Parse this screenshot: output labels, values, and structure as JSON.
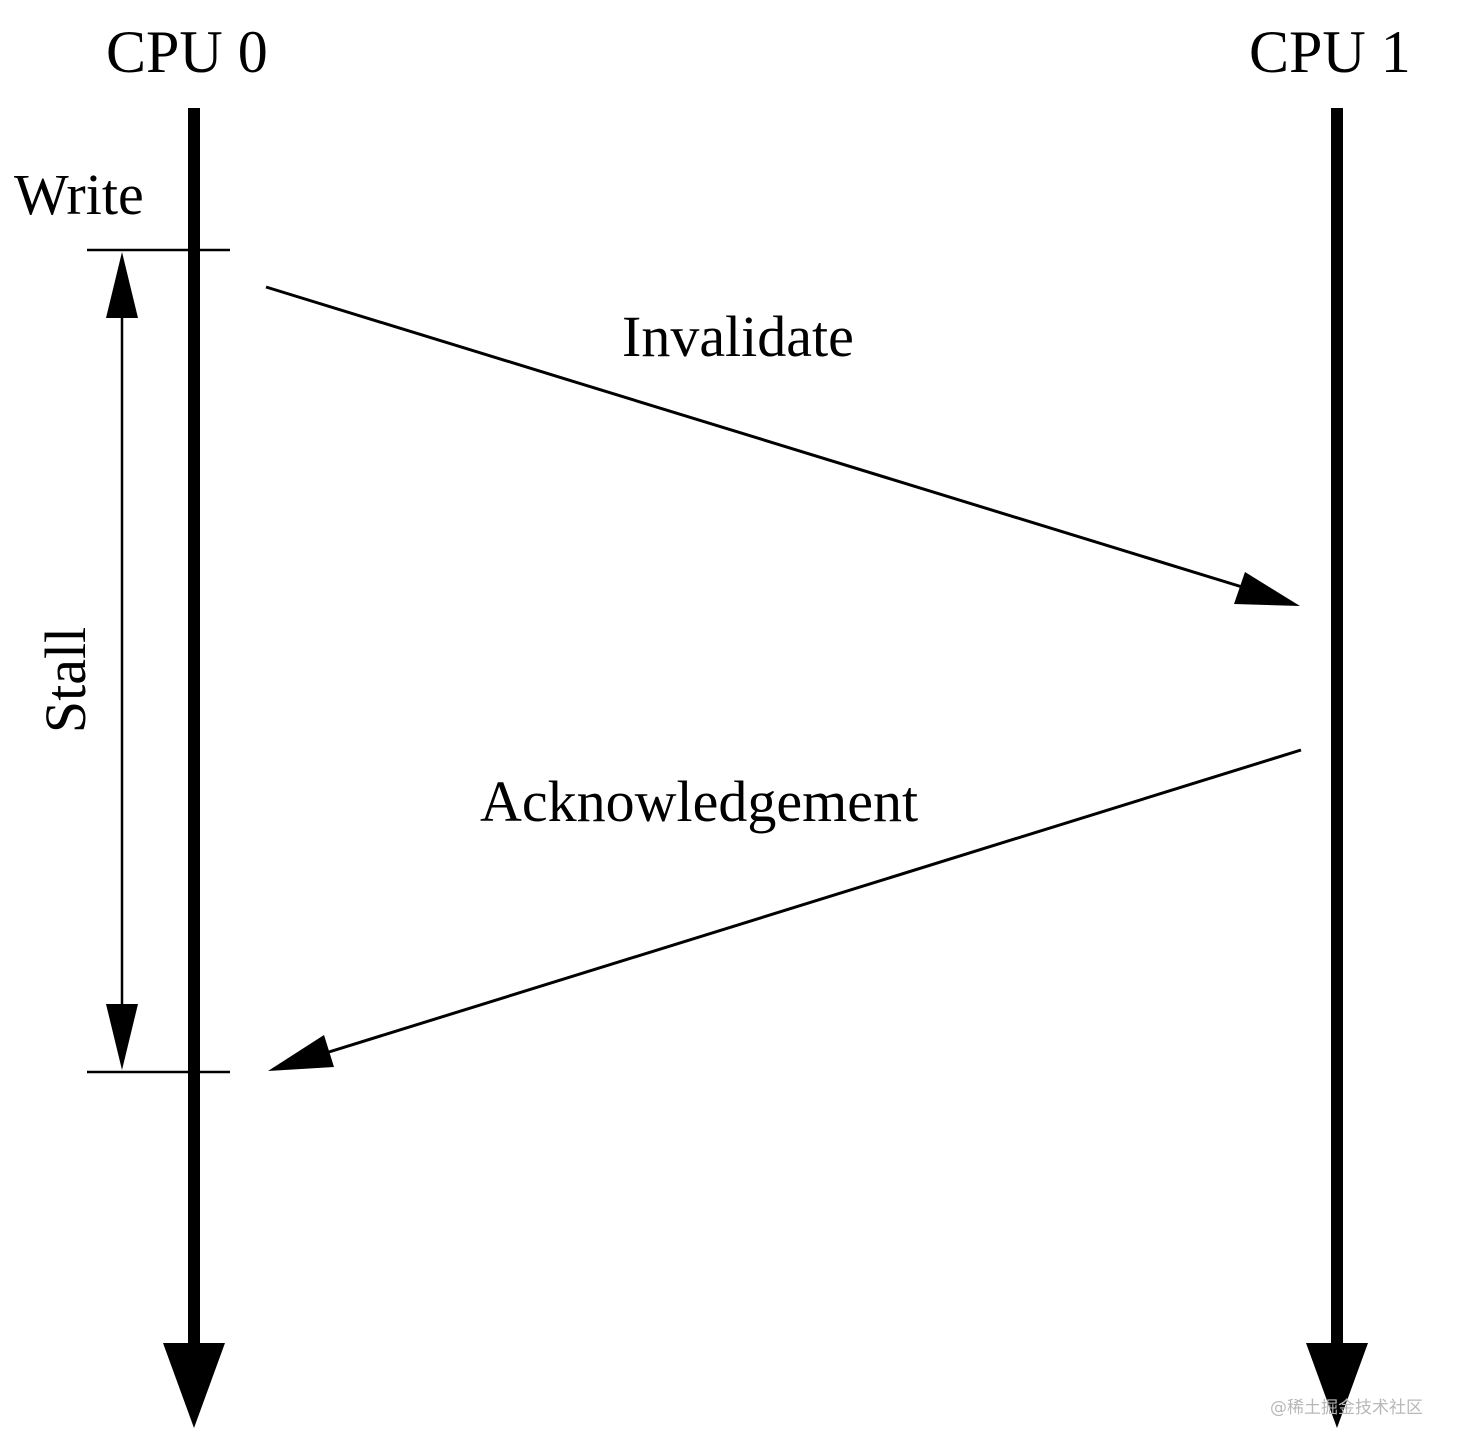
{
  "lanes": {
    "cpu0": "CPU 0",
    "cpu1": "CPU 1"
  },
  "events": {
    "write": "Write",
    "stall": "Stall"
  },
  "messages": {
    "invalidate": "Invalidate",
    "acknowledgement": "Acknowledgement"
  },
  "watermark": "@稀土掘金技术社区",
  "colors": {
    "ink": "#000000",
    "background": "#ffffff",
    "watermark": "#b8b8b8"
  }
}
